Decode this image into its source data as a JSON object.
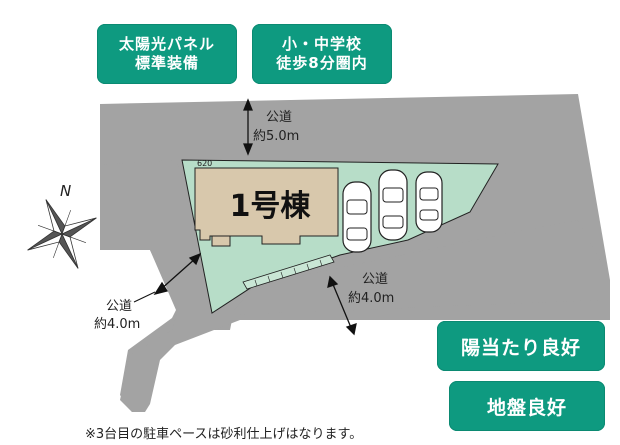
{
  "badges": {
    "solar_line1": "太陽光パネル",
    "solar_line2": "標準装備",
    "school_line1": "小・中学校",
    "school_line2": "徒歩8分圏内",
    "sunlight": "陽当たり良好",
    "ground": "地盤良好"
  },
  "building": {
    "label": "1号棟",
    "elevation": "620"
  },
  "roads": {
    "north_line1": "公道",
    "north_line2": "約5.0m",
    "east_line1": "公道",
    "east_line2": "約4.0m",
    "west_line1": "公道",
    "west_line2": "約4.0m"
  },
  "compass": {
    "label": "N"
  },
  "footnote": "※3台目の駐車ペースは砂利仕上げはなります。",
  "colors": {
    "badge": "#0e9a80",
    "road": "#a3a3a3",
    "lot": "#b7ddc8",
    "building": "#d8c8ac"
  }
}
